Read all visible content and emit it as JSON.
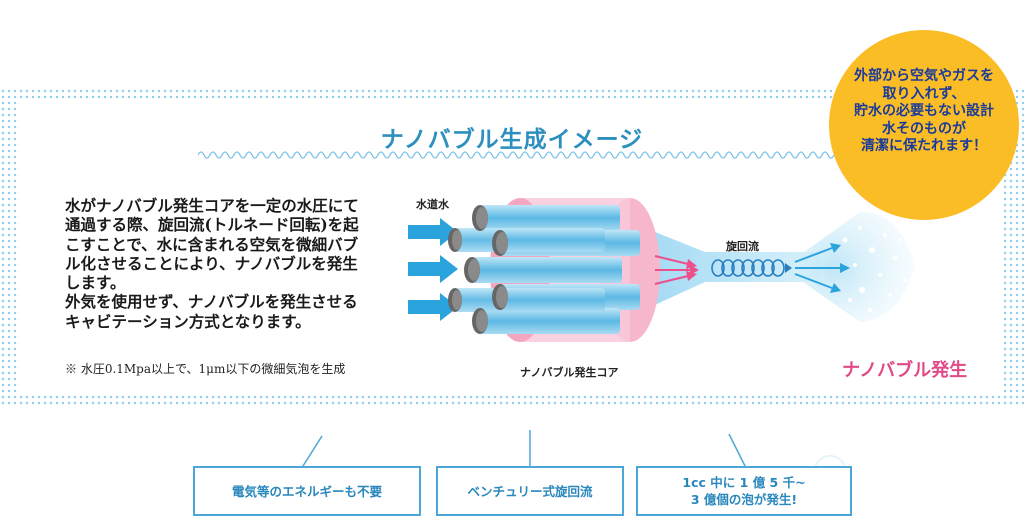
{
  "title": "ナノバブル生成イメージ",
  "description_lines": [
    "水がナノバブル発生コアを一定の水圧にて",
    "通過する際、旋回流(トルネード回転)を起",
    "こすことで、水に含まれる空気を微細バブ",
    "ル化させることにより、ナノバブルを発生",
    "します。",
    "外気を使用せず、ナノバブルを発生させる",
    "キャビテーション方式となります。"
  ],
  "note": "※ 水圧0.1Mpa以上で、1μm以下の微細気泡を生成",
  "labels": {
    "tap_water": "水道水",
    "swirl": "旋回流",
    "core": "ナノバブル発生コア",
    "generation": "ナノバブル発生"
  },
  "badge_lines": [
    "外部から空気やガスを",
    "取り入れず、",
    "貯水の必要もない設計",
    "水そのものが",
    "清潔に保たれます！"
  ],
  "features": {
    "feature1": "電気等のエネルギーも不要",
    "feature2": "ベンチュリー式旋回流",
    "feature3_line1": "1cc 中に 1 億 5 千~",
    "feature3_line2": "3 億個の泡が発生!"
  },
  "colors": {
    "accent": "#2d8fbe",
    "pink": "#e04a86",
    "badge": "#fbbd26",
    "dots": "#8fd0ee"
  }
}
